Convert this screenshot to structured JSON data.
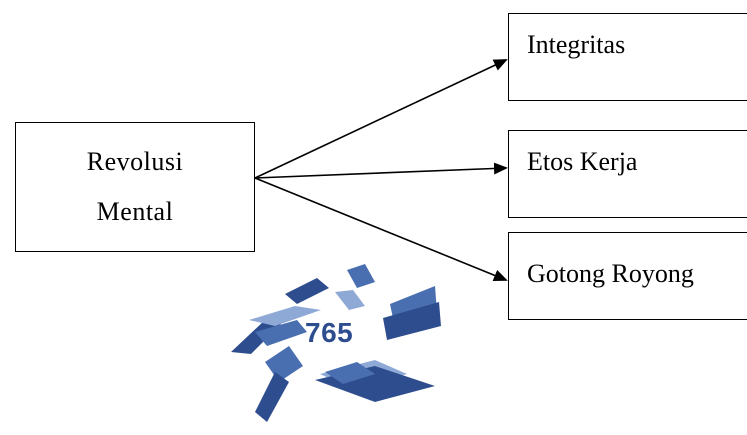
{
  "diagram": {
    "source": {
      "line1": "Revolusi",
      "line2": "Mental"
    },
    "targets": [
      {
        "label": "Integritas"
      },
      {
        "label": "Etos Kerja"
      },
      {
        "label": "Gotong Royong"
      }
    ],
    "colors": {
      "stroke": "#000000",
      "logo_dark": "#2e4d8e",
      "logo_mid": "#4a6fb0",
      "logo_light": "#8fa9d6"
    }
  },
  "watermark": {
    "text": "765",
    "icon": "scattered-tiles-logo-icon"
  }
}
